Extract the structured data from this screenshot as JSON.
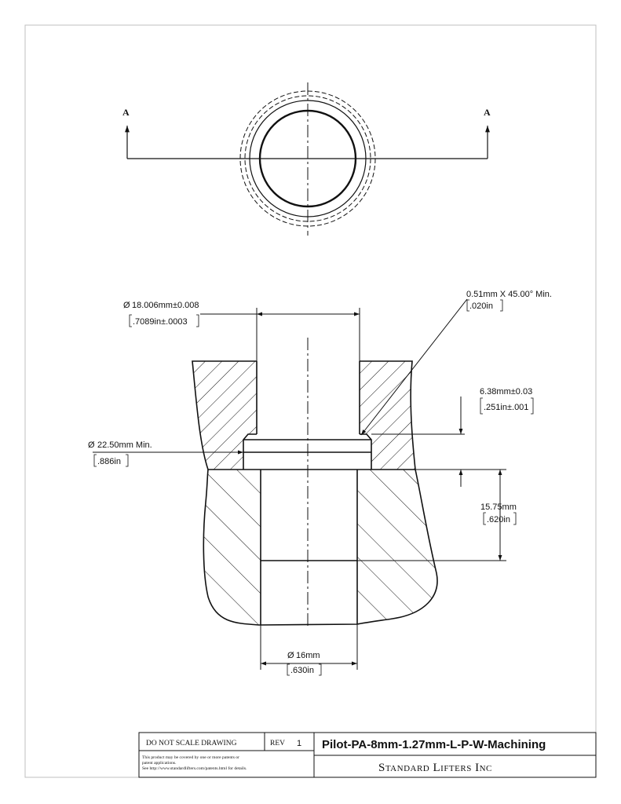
{
  "section_markers": {
    "left": "A",
    "right": "A"
  },
  "dimensions": {
    "bore_diameter": {
      "symbol": "Ø",
      "metric": "18.006mm±0.008",
      "imperial": ".7089in±.0003"
    },
    "chamfer": {
      "metric": "0.51mm X 45.00° Min.",
      "imperial": ".020in"
    },
    "counterbore_depth": {
      "metric": "6.38mm±0.03",
      "imperial": ".251in±.001"
    },
    "counterbore_diameter": {
      "symbol": "Ø",
      "metric": "22.50mm Min.",
      "imperial": ".886in"
    },
    "pilot_depth": {
      "metric": "15.75mm",
      "imperial": ".620in"
    },
    "pilot_diameter": {
      "symbol": "Ø",
      "metric": "16mm",
      "imperial": ".630in"
    }
  },
  "title_block": {
    "scale_note": "DO NOT SCALE DRAWING",
    "rev_label": "REV",
    "rev_value": "1",
    "part_name": "Pilot-PA-8mm-1.27mm-L-P-W-Machining",
    "company": "Standard Lifters Inc",
    "patent_line1": "This product may be covered by one or more patents or",
    "patent_line2": "patent applications.",
    "patent_line3": "See http://www.standardlifters.com/patents.html for details."
  },
  "colors": {
    "line": "#111111",
    "border": "#bfbfbf",
    "paper": "#ffffff"
  }
}
